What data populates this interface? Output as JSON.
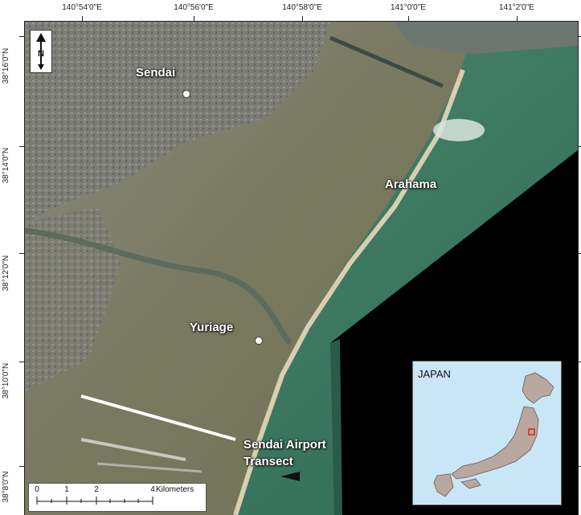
{
  "coordinates": {
    "longitude_labels": [
      "140°54'0\"E",
      "140°56'0\"E",
      "140°58'0\"E",
      "141°0'0\"E",
      "141°2'0\"E"
    ],
    "latitude_labels": [
      "38°16'0\"N",
      "38°14'0\"N",
      "38°12'0\"N",
      "38°10'0\"N",
      "38°8'0\"N"
    ]
  },
  "places": {
    "sendai": "Sendai",
    "arahama": "Arahama",
    "yuriage": "Yuriage",
    "transect_line1": "Sendai Airport",
    "transect_line2": "Transect"
  },
  "north_arrow": {
    "icon": "north-arrow-icon",
    "label": "N"
  },
  "inset": {
    "title": "JAPAN",
    "highlight_color": "#e02020",
    "land_color": "#b8a8a0",
    "sea_color": "#c9e6f7"
  },
  "scale_bar": {
    "ticks": [
      "0",
      "1",
      "2",
      "4"
    ],
    "units": "Kilometers"
  },
  "colors": {
    "transect": "#ffffff",
    "no_data": "#000000"
  }
}
